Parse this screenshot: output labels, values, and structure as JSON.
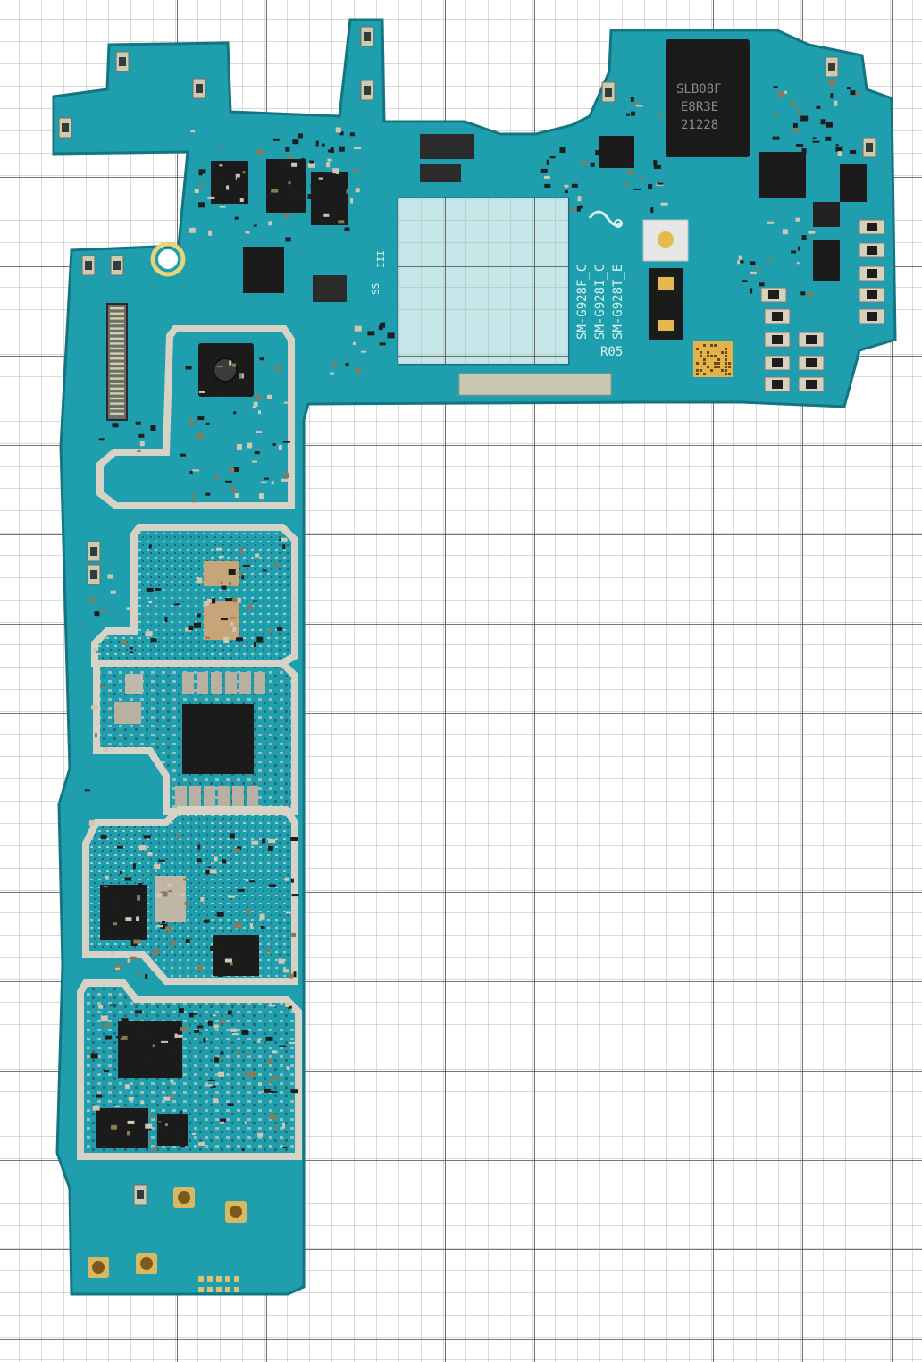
{
  "scene": {
    "background_color": "#ffffff",
    "grid_minor_color": "#9a9a9a",
    "grid_major_color": "#555555",
    "board_color": "#1f9fad",
    "board_dark": "#17808c",
    "shield_color": "#c9c4b8",
    "chip_color": "#1b1b1b"
  },
  "labels": {
    "main_chip_line1": "SLB08F",
    "main_chip_line2": "E8R3E",
    "main_chip_line3": "21228",
    "silk_code_1": "SM-G928F_C",
    "silk_code_2": "SM-G928I_C",
    "silk_code_3": "SM-G928T_E",
    "revision": "R05",
    "silk_small_1": "III",
    "silk_small_2": "SS"
  },
  "icons": {
    "camera": "camera-lens-icon",
    "logo": "board-logo-icon",
    "qr": "datamatrix-icon"
  }
}
